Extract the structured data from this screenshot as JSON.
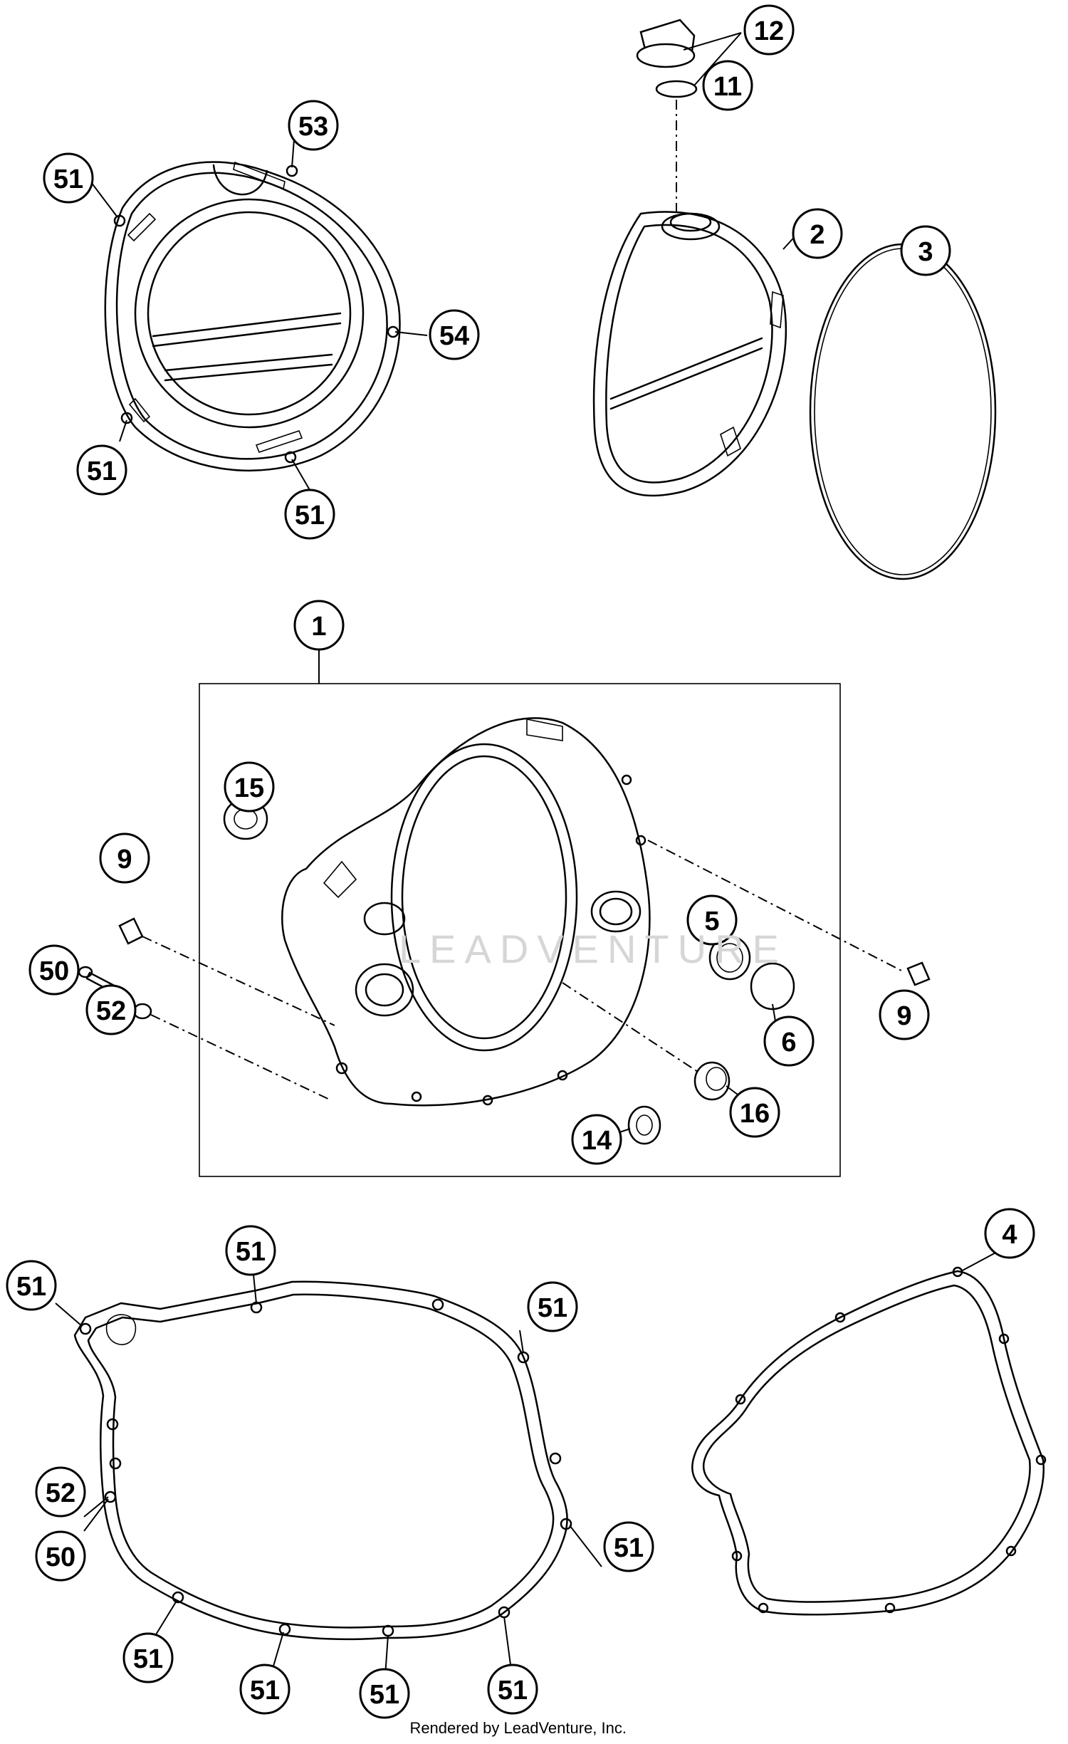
{
  "callouts": [
    "12",
    "11",
    "53",
    "51",
    "2",
    "3",
    "54",
    "51",
    "51",
    "1",
    "15",
    "9",
    "5",
    "50",
    "52",
    "6",
    "9",
    "16",
    "14",
    "4",
    "51",
    "51",
    "51",
    "52",
    "50",
    "51",
    "51",
    "51",
    "51",
    "51"
  ],
  "footer": "Rendered by LeadVenture, Inc.",
  "watermark": "LEADVENTURE"
}
